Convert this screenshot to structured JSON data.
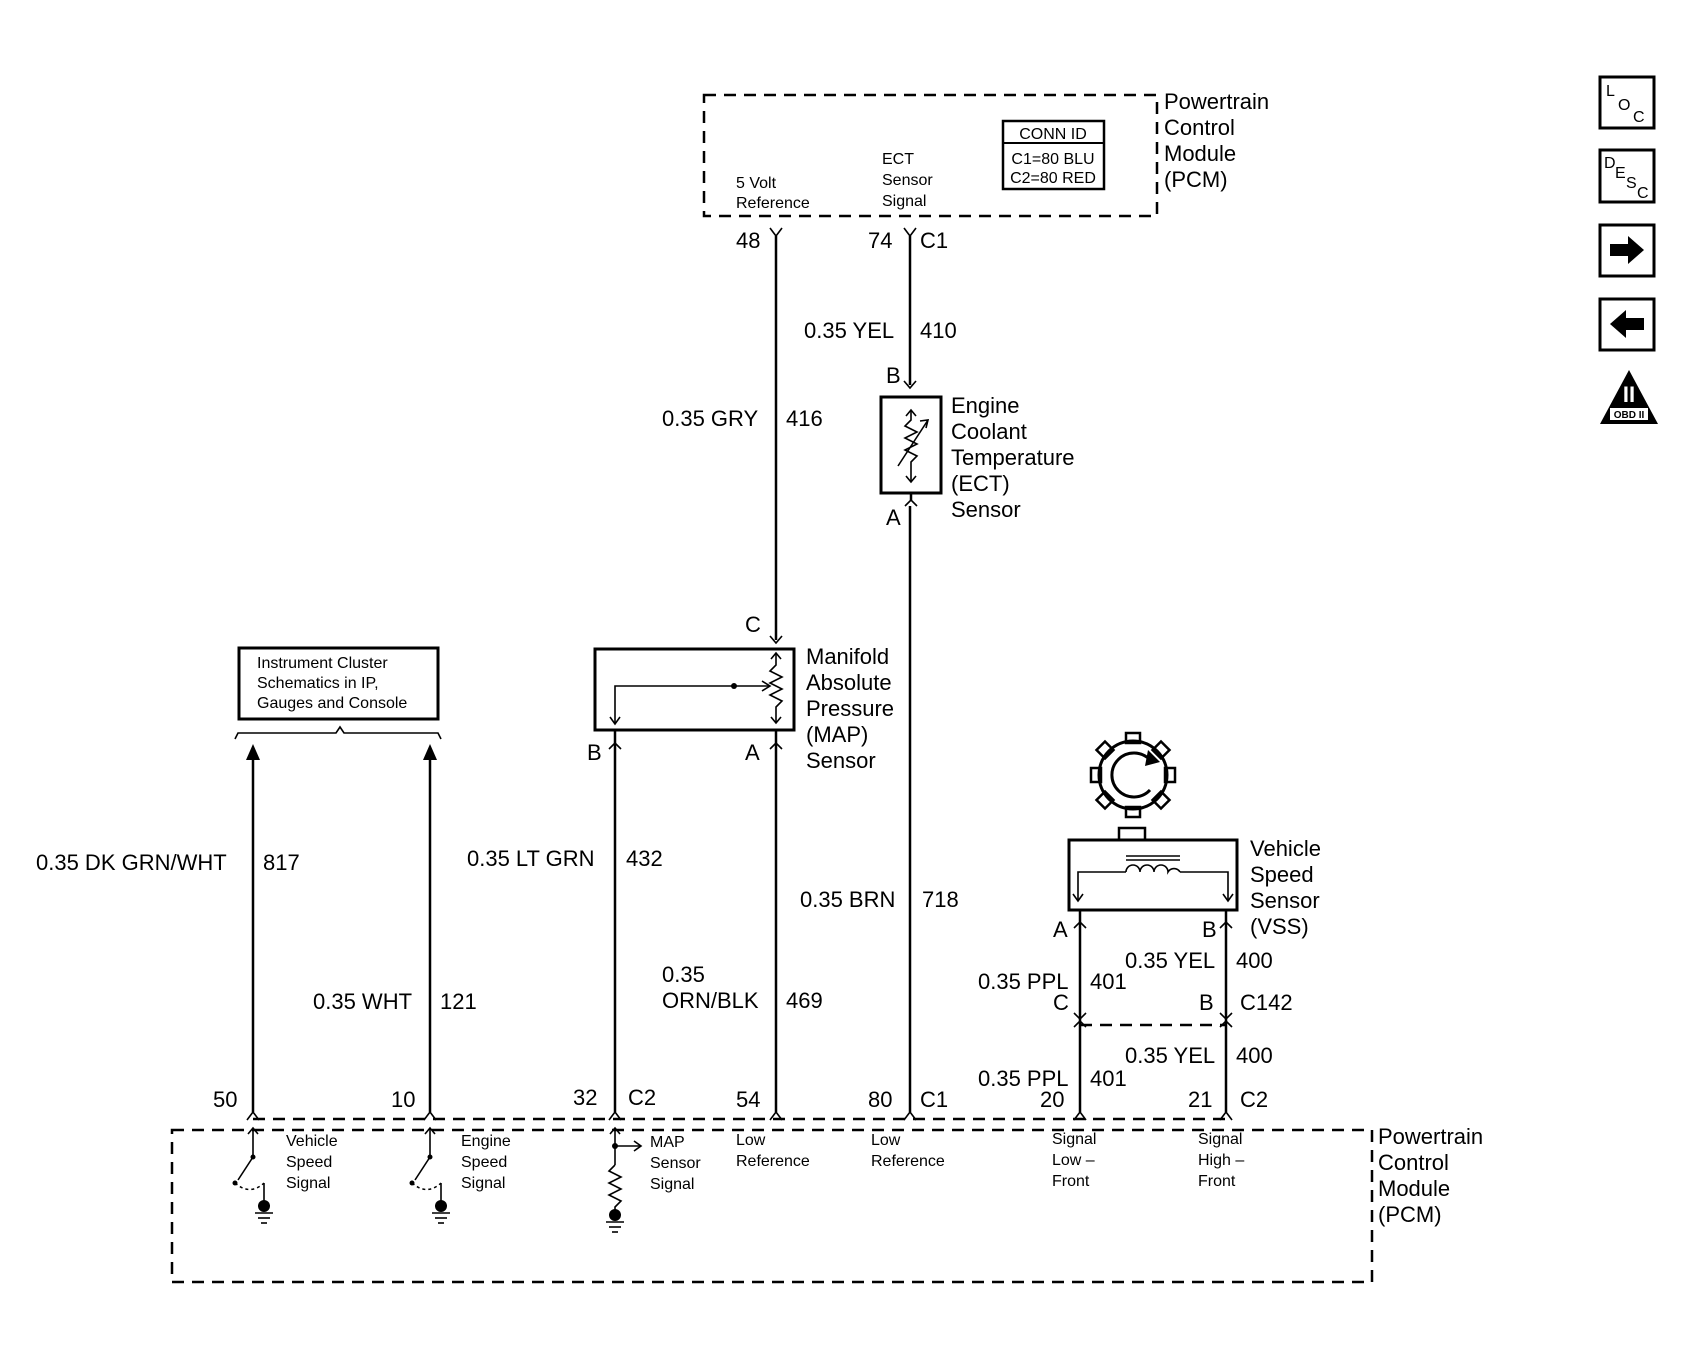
{
  "pcm_top": {
    "title_lines": [
      "Powertrain",
      "Control",
      "Module",
      "(PCM)"
    ],
    "conn_id": {
      "title": "CONN ID",
      "lines": [
        "C1=80 BLU",
        "C2=80 RED"
      ]
    },
    "pins": [
      {
        "pin": "48",
        "label_lines": [
          "5 Volt",
          "Reference"
        ]
      },
      {
        "pin": "74",
        "connector": "C1",
        "label_lines": [
          "ECT",
          "Sensor",
          "Signal"
        ]
      }
    ]
  },
  "wires": [
    {
      "gauge": "0.35 YEL",
      "circuit": "410"
    },
    {
      "gauge": "0.35 GRY",
      "circuit": "416"
    },
    {
      "gauge": "0.35 BRN",
      "circuit": "718"
    },
    {
      "gauge": "0.35 LT GRN",
      "circuit": "432"
    },
    {
      "gauge": "0.35 DK GRN/WHT",
      "circuit": "817"
    },
    {
      "gauge": "0.35 WHT",
      "circuit": "121"
    },
    {
      "gauge_lines": [
        "0.35",
        "ORN/BLK"
      ],
      "circuit": "469"
    },
    {
      "gauge": "0.35 YEL",
      "circuit": "400"
    },
    {
      "gauge": "0.35 PPL",
      "circuit": "401"
    },
    {
      "gauge": "0.35 YEL",
      "circuit": "400"
    },
    {
      "gauge": "0.35 PPL",
      "circuit": "401"
    }
  ],
  "ect_sensor": {
    "title_lines": [
      "Engine",
      "Coolant",
      "Temperature",
      "(ECT)",
      "Sensor"
    ],
    "pins": [
      "B",
      "A"
    ]
  },
  "map_sensor": {
    "title_lines": [
      "Manifold",
      "Absolute",
      "Pressure",
      "(MAP)",
      "Sensor"
    ],
    "pins": [
      "C",
      "B",
      "A"
    ]
  },
  "instrument_cluster": {
    "lines": [
      "Instrument Cluster",
      "Schematics in IP,",
      "Gauges and Console"
    ]
  },
  "vss": {
    "title_lines": [
      "Vehicle",
      "Speed",
      "Sensor",
      "(VSS)"
    ],
    "pins": [
      "A",
      "B"
    ],
    "inline_connector": {
      "pins": [
        "C",
        "B"
      ],
      "name": "C142"
    }
  },
  "pcm_bottom": {
    "title_lines": [
      "Powertrain",
      "Control",
      "Module",
      "(PCM)"
    ],
    "pins": [
      {
        "pin": "50",
        "label_lines": [
          "Vehicle",
          "Speed",
          "Signal"
        ]
      },
      {
        "pin": "10",
        "label_lines": [
          "Engine",
          "Speed",
          "Signal"
        ]
      },
      {
        "pin": "32",
        "connector": "C2",
        "label_lines": [
          "MAP",
          "Sensor",
          "Signal"
        ]
      },
      {
        "pin": "54",
        "label_lines": [
          "Low",
          "Reference"
        ]
      },
      {
        "pin": "80",
        "connector": "C1",
        "label_lines": [
          "Low",
          "Reference"
        ]
      },
      {
        "pin": "20",
        "label_lines": [
          "Signal",
          "Low –",
          "Front"
        ]
      },
      {
        "pin": "21",
        "connector": "C2",
        "label_lines": [
          "Signal",
          "High –",
          "Front"
        ]
      }
    ]
  },
  "nav": {
    "loc": [
      "L",
      "O",
      "C"
    ],
    "desc": [
      "D",
      "E",
      "S",
      "C"
    ],
    "obd": {
      "numeral": "II",
      "label": "OBD II"
    }
  }
}
